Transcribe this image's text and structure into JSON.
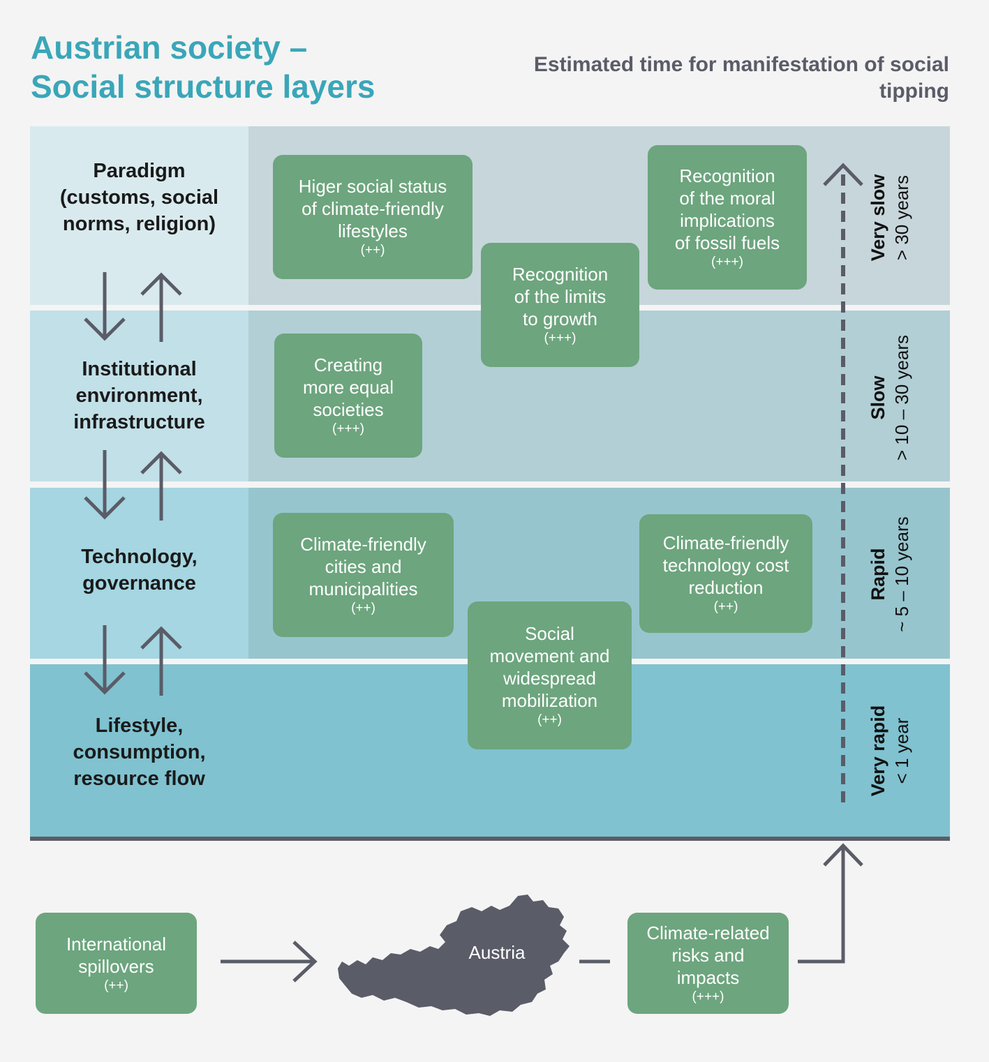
{
  "title": {
    "line1": "Austrian society –",
    "line2": "Social structure layers"
  },
  "subtitle": "Estimated time for manifestation of social tipping",
  "layers": [
    {
      "label": "Paradigm\n(customs, social\nnorms, religion)",
      "color_left": "#d9eaee",
      "color_right": "#c7d6db"
    },
    {
      "label": "Institutional\nenvironment,\ninfrastructure",
      "color_left": "#c2e0e8",
      "color_right": "#b1cfd5"
    },
    {
      "label": "Technology,\ngovernance",
      "color_left": "#a5d6e1",
      "color_right": "#97c5ce"
    },
    {
      "label": "Lifestyle,\nconsumption,\nresource flow",
      "color_left": "#80c2d0",
      "color_right": "#80c2d0"
    }
  ],
  "time_scale": [
    {
      "speed": "Very slow",
      "duration": "> 30 years"
    },
    {
      "speed": "Slow",
      "duration": "> 10 – 30 years"
    },
    {
      "speed": "Rapid",
      "duration": "~ 5 – 10 years"
    },
    {
      "speed": "Very rapid",
      "duration": "< 1 year"
    }
  ],
  "elements": [
    {
      "text": "Higer social status\nof climate-friendly\nlifestyles",
      "rating": "(++)"
    },
    {
      "text": "Recognition\nof the limits\nto growth",
      "rating": "(+++)"
    },
    {
      "text": "Recognition\nof the moral\nimplications\nof fossil fuels",
      "rating": "(+++)"
    },
    {
      "text": "Creating\nmore equal\nsocieties",
      "rating": "(+++)"
    },
    {
      "text": "Climate-friendly\ncities and\nmunicipalities",
      "rating": "(++)"
    },
    {
      "text": "Climate-friendly\ntechnology cost\nreduction",
      "rating": "(++)"
    },
    {
      "text": "Social\nmovement and\nwidespread\nmobilization",
      "rating": "(++)"
    }
  ],
  "bottom": {
    "international": {
      "text": "International\nspillovers",
      "rating": "(++)"
    },
    "country": "Austria",
    "climate": {
      "text": "Climate-related\nrisks and\nimpacts",
      "rating": "(+++)"
    }
  },
  "colors": {
    "title": "#3aa6b9",
    "box": "#6da57e",
    "arrow": "#5a5c68",
    "country_shape": "#5a5c68"
  },
  "icons": [
    "arrow-down-icon",
    "arrow-up-icon",
    "arrow-right-icon",
    "dashed-arrow-up-icon",
    "austria-map-icon"
  ]
}
